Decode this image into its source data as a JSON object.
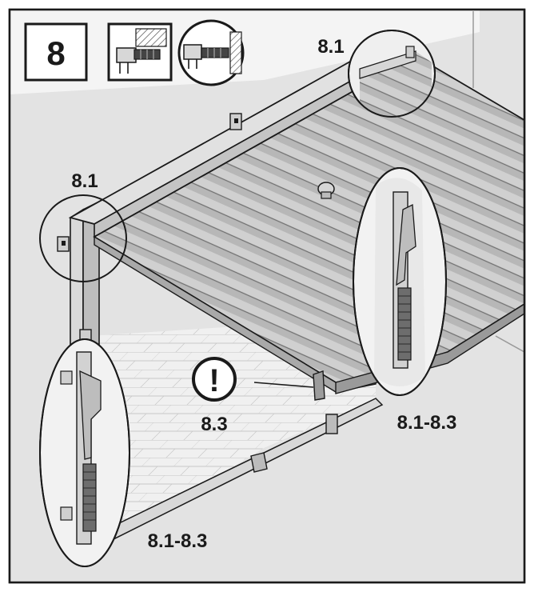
{
  "step": {
    "number": "8"
  },
  "callouts": {
    "top_right": "8.1",
    "left_top": "8.1",
    "center": "8.3",
    "right": "8.1-8.3",
    "bottom_left": "8.1-8.3"
  },
  "warning": {
    "symbol": "!"
  },
  "colors": {
    "background": "#e3e3e3",
    "panel": "#ffffff",
    "stroke": "#1a1a1a",
    "door": "#c2c2c2",
    "door_dark": "#8d8d8d",
    "floor": "#eeeeee"
  },
  "icons": {
    "wall_anchor": "bracket-wall-icon",
    "mount_detail": "bolt-wall-icon"
  }
}
